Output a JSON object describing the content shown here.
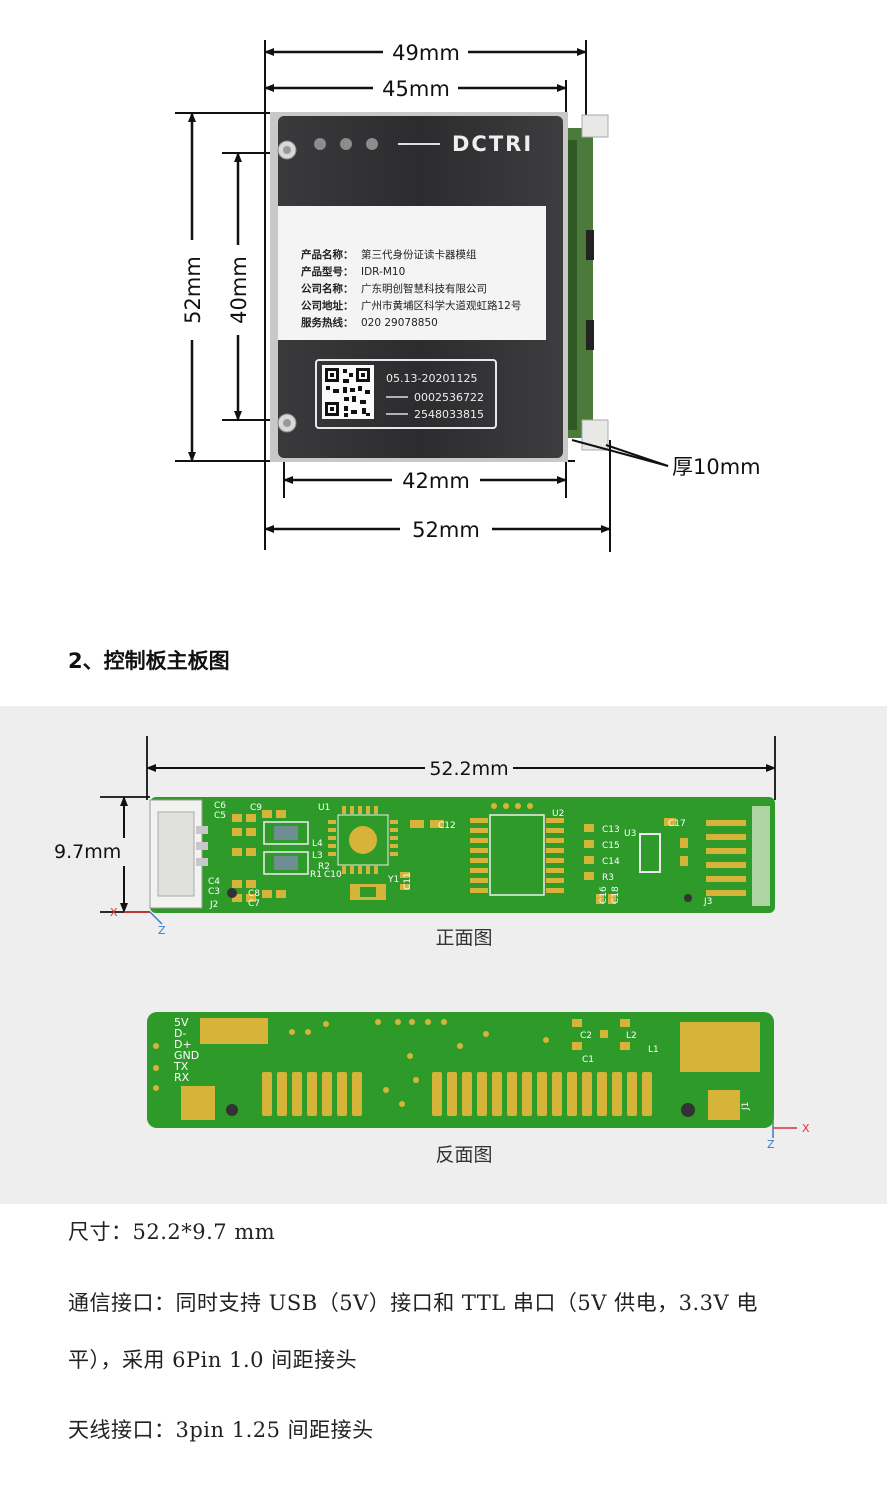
{
  "module_figure": {
    "dims": {
      "top_outer": "49mm",
      "top_inner": "45mm",
      "left_outer": "52mm",
      "left_inner": "40mm",
      "bottom_inner": "42mm",
      "bottom_outer": "52mm",
      "thickness": "厚10mm"
    },
    "brand": "DCTRI",
    "label": {
      "rows": [
        {
          "key": "产品名称：",
          "value": "第三代身份证读卡器模组"
        },
        {
          "key": "产品型号：",
          "value": "IDR-M10"
        },
        {
          "key": "公司名称：",
          "value": "广东明创智慧科技有限公司"
        },
        {
          "key": "公司地址：",
          "value": "广州市黄埔区科学大道观虹路12号"
        },
        {
          "key": "服务热线：",
          "value": "020 29078850"
        }
      ]
    },
    "serials": [
      "05.13-20201125",
      "0002536722",
      "2548033815"
    ]
  },
  "section_heading": "2、控制板主板图",
  "pcb_figure": {
    "width_dim": "52.2mm",
    "height_dim": "9.7mm",
    "front_caption": "正面图",
    "back_caption": "反面图",
    "front_silk": [
      "C6",
      "C5",
      "C9",
      "U1",
      "U2",
      "C12",
      "C13",
      "C15",
      "C14",
      "R3",
      "U3",
      "C17",
      "L4",
      "L3",
      "R1",
      "C10",
      "R2",
      "C11",
      "Y1",
      "C4",
      "C3",
      "C8",
      "C7",
      "J2",
      "C16",
      "C18",
      "J3"
    ],
    "back_pins": [
      "5V",
      "D-",
      "D+",
      "GND",
      "TX",
      "RX"
    ],
    "back_silk": [
      "C2",
      "L2",
      "C1",
      "L1",
      "J1"
    ],
    "axes": {
      "x": "X",
      "z": "Z"
    }
  },
  "specs": {
    "size": "尺寸：52.2*9.7 mm",
    "comm_line1": "通信接口：同时支持 USB（5V）接口和 TTL 串口（5V 供电，3.3V 电",
    "comm_line2": "平），采用 6Pin 1.0 间距接头",
    "antenna": "天线接口：3pin 1.25 间距接头"
  },
  "colors": {
    "module_body": "#2f2f31",
    "pcb_green": "#2e9a2a",
    "pad_gold": "#d6b43a",
    "panel_bg": "#eeeeee"
  }
}
